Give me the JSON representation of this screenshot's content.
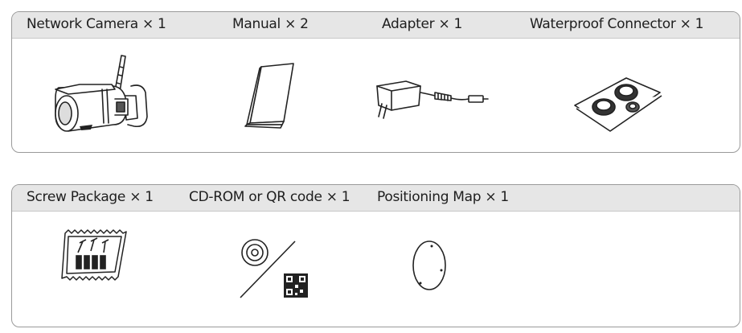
{
  "panels": [
    {
      "items": [
        {
          "label": "Network Camera × 1",
          "icon": "network-camera-icon"
        },
        {
          "label": "Manual × 2",
          "icon": "manual-booklet-icon"
        },
        {
          "label": "Adapter × 1",
          "icon": "power-adapter-icon"
        },
        {
          "label": "Waterproof Connector × 1",
          "icon": "waterproof-connector-icon"
        }
      ]
    },
    {
      "items": [
        {
          "label": "Screw Package × 1",
          "icon": "screw-package-icon"
        },
        {
          "label": "CD-ROM or QR code × 1",
          "icon": "cd-or-qr-code-icon"
        },
        {
          "label": "Positioning Map × 1",
          "icon": "positioning-map-icon"
        }
      ]
    }
  ],
  "colors": {
    "header_background": "#e6e6e6",
    "border": "#9a9a9a",
    "line_art": "#222222"
  }
}
